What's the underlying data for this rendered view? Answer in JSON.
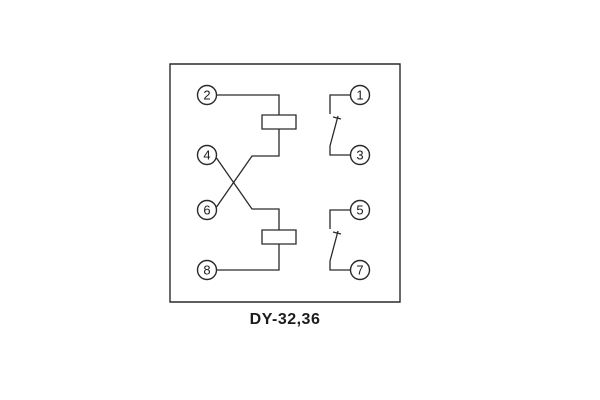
{
  "diagram": {
    "caption": "DY-32,36",
    "terminals": [
      {
        "id": "t2",
        "label": "2"
      },
      {
        "id": "t4",
        "label": "4"
      },
      {
        "id": "t6",
        "label": "6"
      },
      {
        "id": "t8",
        "label": "8"
      },
      {
        "id": "t1",
        "label": "1"
      },
      {
        "id": "t3",
        "label": "3"
      },
      {
        "id": "t5",
        "label": "5"
      },
      {
        "id": "t7",
        "label": "7"
      }
    ],
    "colors": {
      "line": "#2a2a2a",
      "background": "#ffffff"
    }
  }
}
